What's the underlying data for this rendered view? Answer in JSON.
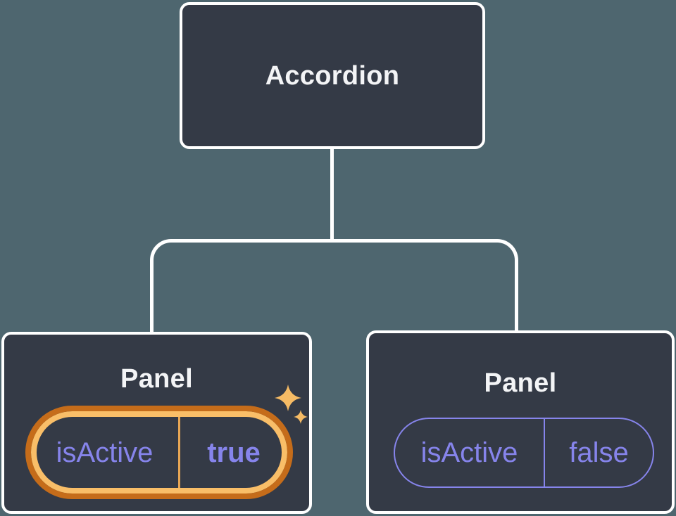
{
  "diagram": {
    "description": "React component tree: Accordion parent with two Panel children holding isActive state",
    "background_color": "#4E666F",
    "node_fill_color": "#343A46",
    "node_border_color": "#FFFFFF",
    "connector_color": "#FFFFFF",
    "state_text_color": "#8684EB",
    "highlight_ring_outer_color": "#C56C1A",
    "highlight_ring_inner_color": "#F9BE68",
    "highlight_divider_color": "#E8A654",
    "sparkle_color": "#F6BB65"
  },
  "tree": {
    "root": {
      "label": "Accordion"
    },
    "children": [
      {
        "label": "Panel",
        "state": {
          "name": "isActive",
          "value": "true"
        },
        "highlighted": true,
        "sparkles": true
      },
      {
        "label": "Panel",
        "state": {
          "name": "isActive",
          "value": "false"
        },
        "highlighted": false,
        "sparkles": false
      }
    ]
  }
}
